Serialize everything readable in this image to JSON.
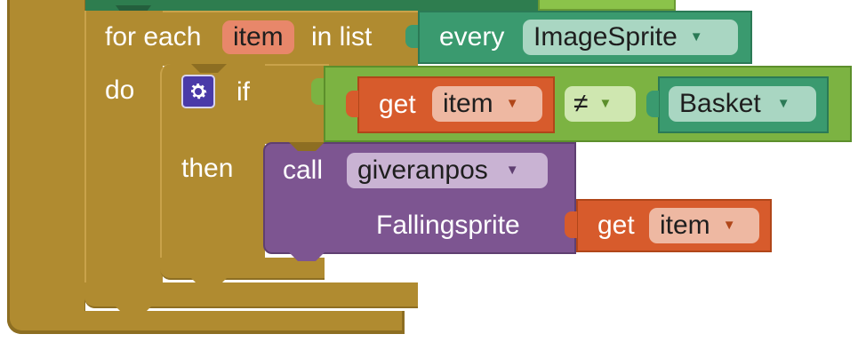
{
  "foreach_block": {
    "label_for_each": "for each",
    "var_name": "item",
    "label_in_list": "in list",
    "label_do": "do"
  },
  "every_block": {
    "label": "every",
    "component_type": "ImageSprite"
  },
  "if_block": {
    "gear_icon": "gear-icon",
    "label_if": "if",
    "label_then": "then"
  },
  "compare_block": {
    "get_label": "get",
    "get_var": "item",
    "operator": "≠",
    "component": "Basket"
  },
  "call_block": {
    "label_call": "call",
    "procedure": "giveranpos",
    "param_name": "Fallingsprite",
    "arg_get_label": "get",
    "arg_get_var": "item"
  },
  "colors": {
    "control": "#b08b30",
    "component": "#3a9a6f",
    "logic": "#7cb342",
    "variable": "#d75b2c",
    "procedure": "#7d5591"
  }
}
